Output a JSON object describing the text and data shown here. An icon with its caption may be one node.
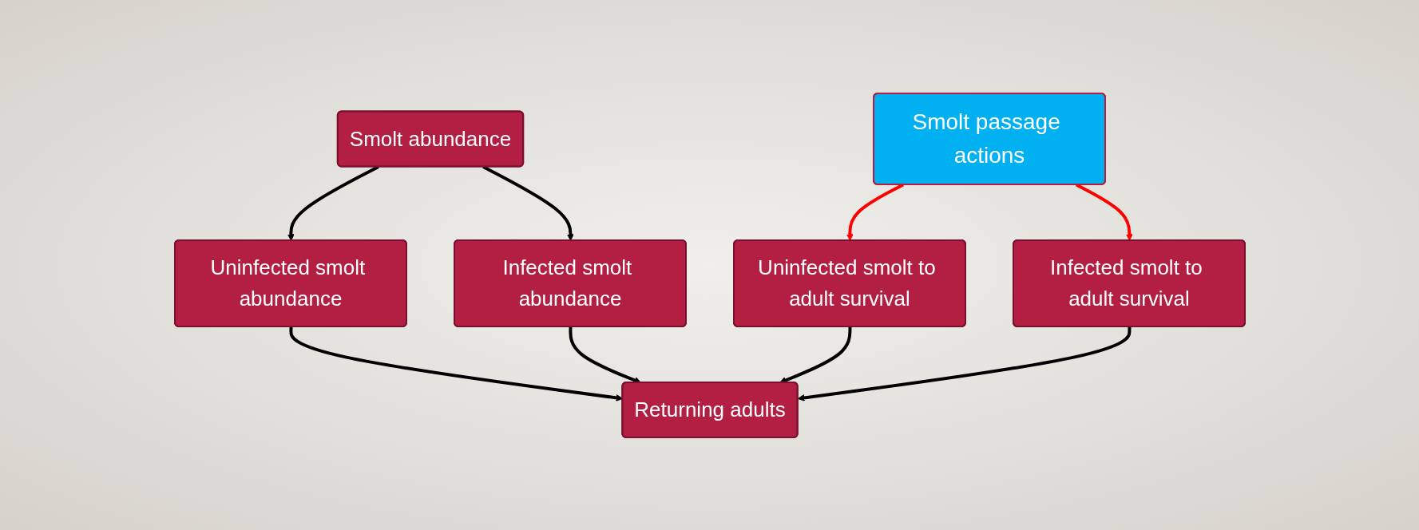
{
  "diagram": {
    "nodes": [
      {
        "text": [
          "Smolt abundance"
        ]
      },
      {
        "text": [
          "Uninfected smolt abundance"
        ]
      },
      {
        "text": [
          "Infected smolt abundance"
        ]
      },
      {
        "text": [
          "Smolt passage actions"
        ]
      },
      {
        "text": [
          "Uninfected smolt to adult survival"
        ]
      },
      {
        "text": [
          "Infected smolt to adult survival"
        ]
      },
      {
        "text": [
          "Returning adults"
        ]
      }
    ],
    "edges": [
      {
        "from": 0,
        "to": 1,
        "arrow": "to"
      },
      {
        "from": 0,
        "to": 2,
        "arrow": "to"
      },
      {
        "from": 1,
        "to": 6,
        "arrow": "to"
      },
      {
        "from": 2,
        "to": 6,
        "arrow": "to"
      },
      {
        "from": 3,
        "to": 4,
        "arrow": "to",
        "color": "#ff0000"
      },
      {
        "from": 3,
        "to": 5,
        "arrow": "to",
        "color": "#ff0000"
      },
      {
        "from": 4,
        "to": 6,
        "arrow": "to"
      },
      {
        "from": 5,
        "to": 6,
        "arrow": "to"
      }
    ]
  }
}
